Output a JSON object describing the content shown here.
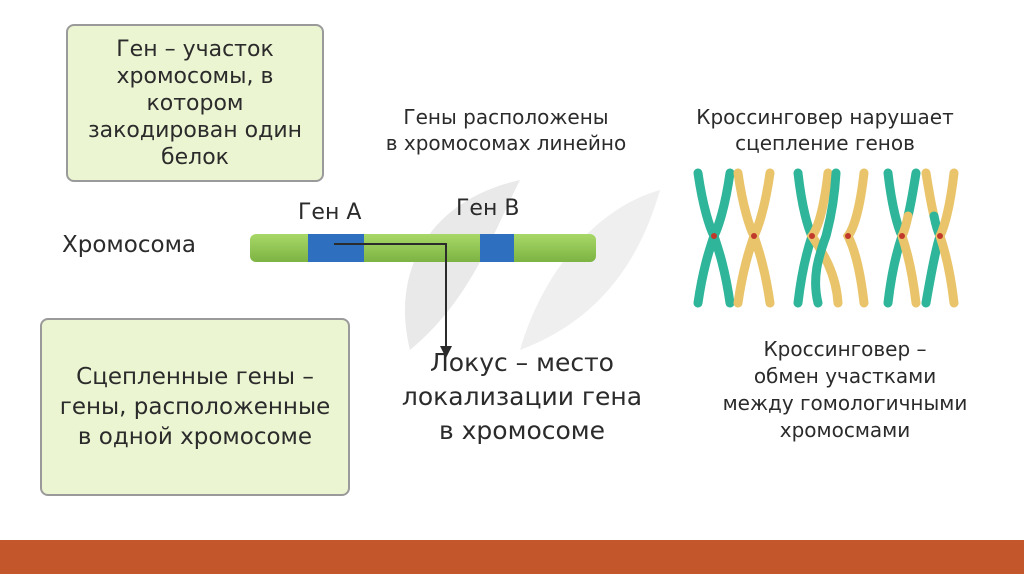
{
  "boxes": {
    "gene_definition": "Ген – участок\nхромосомы, в\nкотором\nзакодирован один\nбелок",
    "linked_genes": "Сцепленные гены –\nгены, расположенные\nв одной хромосоме"
  },
  "labels": {
    "genes_linear": "Гены расположены\nв хромосомах линейно",
    "gene_a": "Ген А",
    "gene_b": "Ген В",
    "chromosome": "Хромосома",
    "locus": "Локус – место\nлокализации гена\nв хромосоме",
    "crossover_breaks": "Кроссинговер нарушает\nсцепление генов",
    "crossover_definition": "Кроссинговер –\nобмен участками\nмежду гомологичными\nхромосмами"
  },
  "colors": {
    "box_fill": "#ebf5d2",
    "chromosome_green": "#7cb342",
    "gene_band_blue": "#2f6fc0",
    "chromatid_teal": "#2fb59a",
    "chromatid_yellow": "#e9c46a",
    "footer_bar": "#c4562b"
  }
}
